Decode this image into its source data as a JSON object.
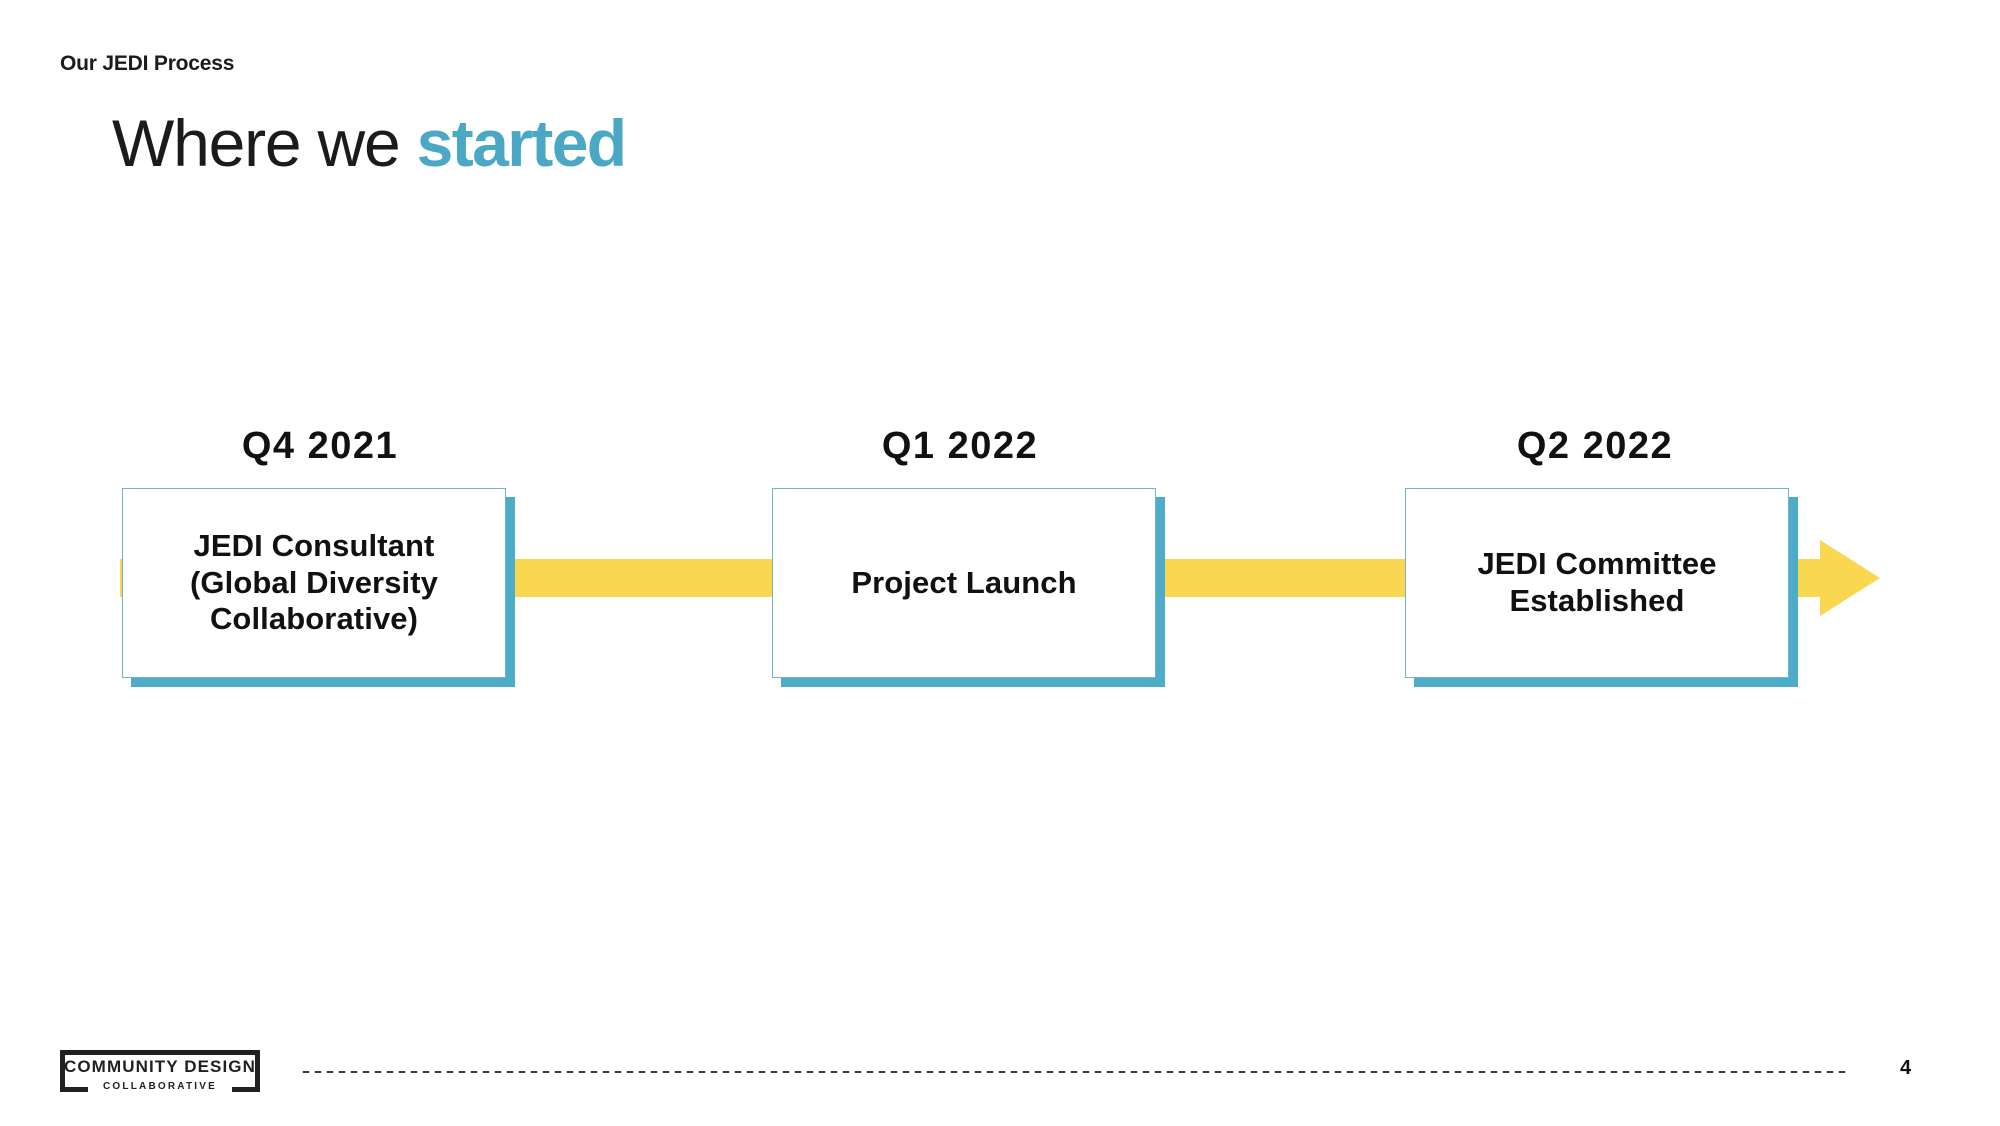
{
  "slide": {
    "eyebrow": "Our JEDI Process",
    "title_plain": "Where we ",
    "title_accent": "started",
    "page_number": "4"
  },
  "colors": {
    "accent_teal": "#4BA8C4",
    "shadow_teal": "#4DACC8",
    "card_border": "#6FB5C6",
    "connector_yellow": "#FAD750",
    "text_dark": "#111111",
    "background": "#FFFFFF"
  },
  "timeline": {
    "direction": "left-to-right",
    "arrow_head": "arrow-right-icon",
    "milestones": [
      {
        "quarter": "Q4 2021",
        "label": "JEDI Consultant (Global Diversity Collaborative)",
        "lines": [
          "JEDI Consultant",
          "(Global Diversity",
          "Collaborative)"
        ]
      },
      {
        "quarter": "Q1 2022",
        "label": "Project Launch",
        "lines": [
          "Project Launch"
        ]
      },
      {
        "quarter": "Q2 2022",
        "label": "JEDI Committee Established",
        "lines": [
          "JEDI Committee",
          "Established"
        ]
      }
    ]
  },
  "footer": {
    "logo_line1": "COMMUNITY DESIGN",
    "logo_line2": "COLLABORATIVE"
  }
}
